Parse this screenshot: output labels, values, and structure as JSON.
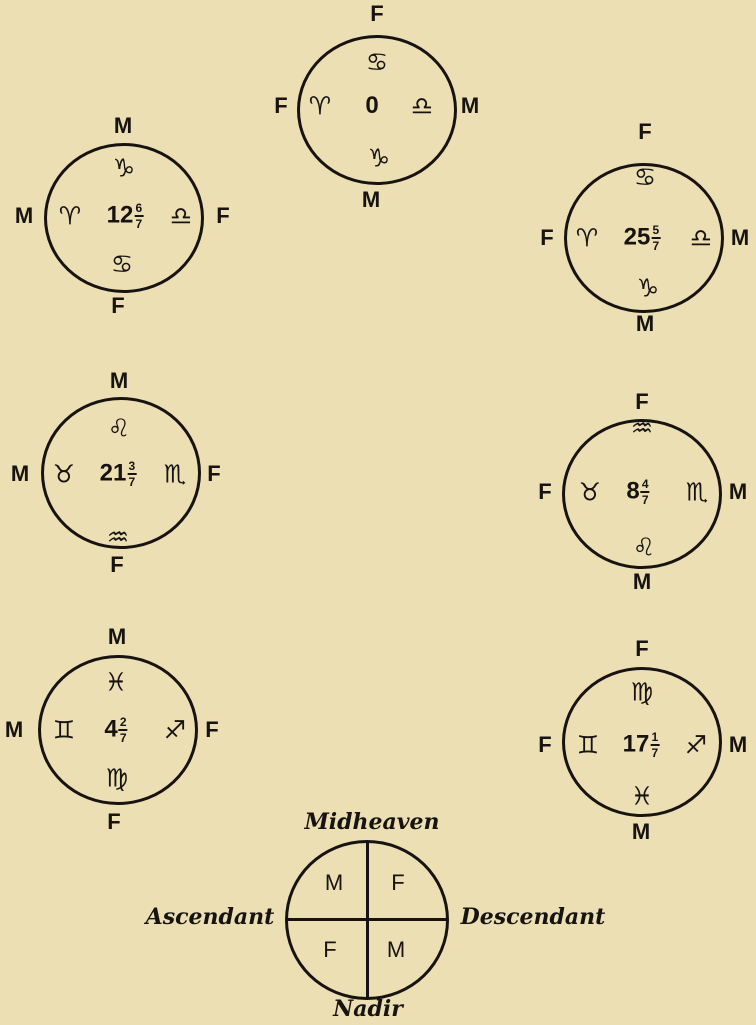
{
  "charts": [
    {
      "num": "0",
      "top": "F",
      "left": "F",
      "right": "M",
      "bottom": "M",
      "sym_top": "♋",
      "sym_left": "♈",
      "sym_right": "♎",
      "sym_bottom": "♑"
    },
    {
      "num": "12",
      "frac_n": "6",
      "frac_d": "7",
      "top": "M",
      "left": "M",
      "right": "F",
      "bottom": "F",
      "sym_top": "♑",
      "sym_left": "♈",
      "sym_right": "♎",
      "sym_bottom": "♋"
    },
    {
      "num": "25",
      "frac_n": "5",
      "frac_d": "7",
      "top": "F",
      "left": "F",
      "right": "M",
      "bottom": "M",
      "sym_top": "♋",
      "sym_left": "♈",
      "sym_right": "♎",
      "sym_bottom": "♑"
    },
    {
      "num": "21",
      "frac_n": "3",
      "frac_d": "7",
      "top": "M",
      "left": "M",
      "right": "F",
      "bottom": "F",
      "sym_top": "♌",
      "sym_left": "♉",
      "sym_right": "♏",
      "sym_bottom": "♒"
    },
    {
      "num": "8",
      "frac_n": "4",
      "frac_d": "7",
      "top": "F",
      "left": "F",
      "right": "M",
      "bottom": "M",
      "sym_top": "♒",
      "sym_left": "♉",
      "sym_right": "♏",
      "sym_bottom": "♌"
    },
    {
      "num": "4",
      "frac_n": "2",
      "frac_d": "7",
      "top": "M",
      "left": "M",
      "right": "F",
      "bottom": "F",
      "sym_top": "♓",
      "sym_left": "♊",
      "sym_right": "♐",
      "sym_bottom": "♍"
    },
    {
      "num": "17",
      "frac_n": "1",
      "frac_d": "7",
      "top": "F",
      "left": "F",
      "right": "M",
      "bottom": "M",
      "sym_top": "♍",
      "sym_left": "♊",
      "sym_right": "♐",
      "sym_bottom": "♓"
    }
  ],
  "key": {
    "top": "Midheaven",
    "left": "Ascendant",
    "right": "Descendant",
    "bottom": "Nadir",
    "q_tl": "M",
    "q_tr": "F",
    "q_bl": "F",
    "q_br": "M"
  }
}
